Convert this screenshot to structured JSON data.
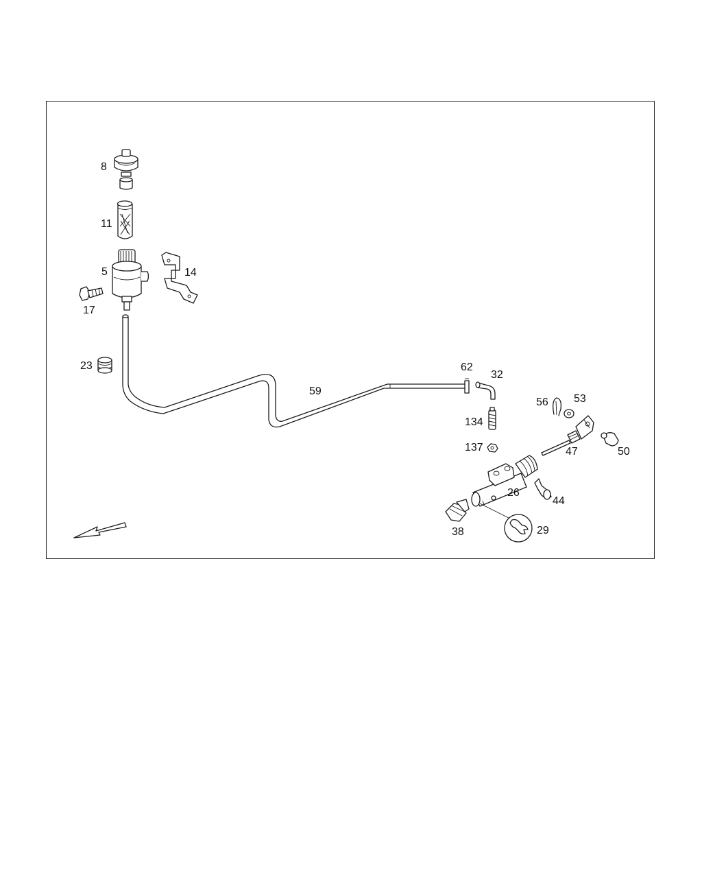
{
  "labels": {
    "p8": "8",
    "p11": "11",
    "p5": "5",
    "p14": "14",
    "p17": "17",
    "p23": "23",
    "p59": "59",
    "p62": "62",
    "p32": "32",
    "p56": "56",
    "p53": "53",
    "p134": "134",
    "p137": "137",
    "p47": "47",
    "p50": "50",
    "p26": "26",
    "p44": "44",
    "p38": "38",
    "p29": "29"
  },
  "colors": {
    "line": "#1a1a1a",
    "background": "#ffffff"
  },
  "icons": {
    "direction": "arrow-icon",
    "tool": "wrench-icon"
  }
}
